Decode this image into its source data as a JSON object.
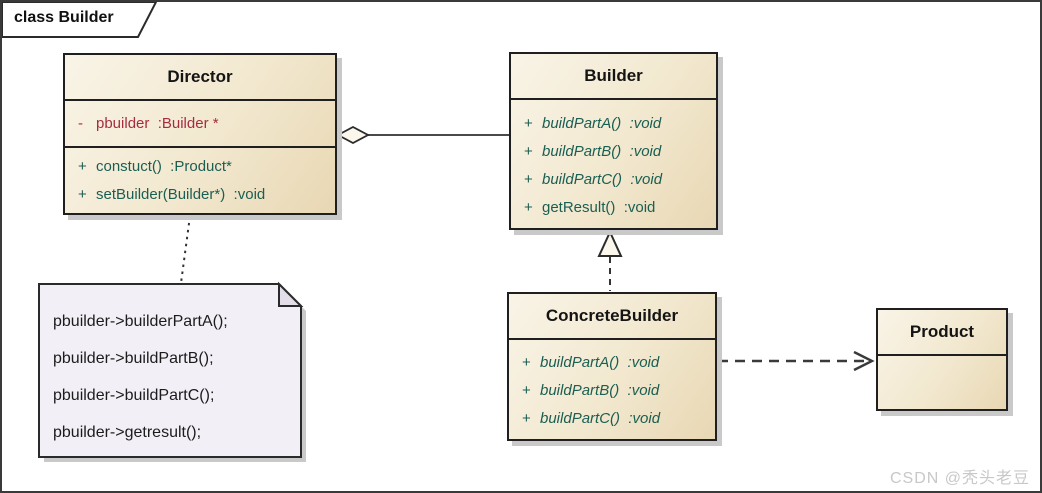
{
  "frame": {
    "label": "class Builder"
  },
  "classes": {
    "director": {
      "title": "Director",
      "attributes": [
        {
          "vis": "-",
          "sig": "pbuilder  :Builder *"
        }
      ],
      "methods": [
        {
          "vis": "+",
          "sig": "constuct()  :Product*"
        },
        {
          "vis": "+",
          "sig": "setBuilder(Builder*)  :void"
        }
      ]
    },
    "builder": {
      "title": "Builder",
      "methods": [
        {
          "vis": "+",
          "sig": "buildPartA()  :void"
        },
        {
          "vis": "+",
          "sig": "buildPartB()  :void"
        },
        {
          "vis": "+",
          "sig": "buildPartC()  :void"
        },
        {
          "vis": "+",
          "sig": "getResult()  :void"
        }
      ]
    },
    "concrete_builder": {
      "title": "ConcreteBuilder",
      "methods": [
        {
          "vis": "+",
          "sig": "buildPartA()  :void"
        },
        {
          "vis": "+",
          "sig": "buildPartB()  :void"
        },
        {
          "vis": "+",
          "sig": "buildPartC()  :void"
        }
      ]
    },
    "product": {
      "title": "Product"
    }
  },
  "note": {
    "lines": [
      "pbuilder->builderPartA();",
      "pbuilder->buildPartB();",
      "pbuilder->buildPartC();",
      "pbuilder->getresult();"
    ]
  },
  "relationships": [
    {
      "type": "aggregation",
      "from": "Director",
      "to": "Builder"
    },
    {
      "type": "realization",
      "from": "ConcreteBuilder",
      "to": "Builder"
    },
    {
      "type": "dependency",
      "from": "ConcreteBuilder",
      "to": "Product"
    },
    {
      "type": "note-link",
      "from": "Director",
      "to": "note"
    }
  ],
  "watermark": {
    "text": "CSDN @秃头老豆"
  },
  "colors": {
    "class_fill_light": "#f9f4e7",
    "class_fill_dark": "#e8d7b3",
    "class_border": "#1f1f1f",
    "attribute_text": "#a42d3f",
    "method_text": "#1b5e52",
    "note_fill": "#f2eff6",
    "connector": "#3a3a3a",
    "shadow": "#c9c9c9",
    "watermark_text": "#c8c8c8"
  }
}
